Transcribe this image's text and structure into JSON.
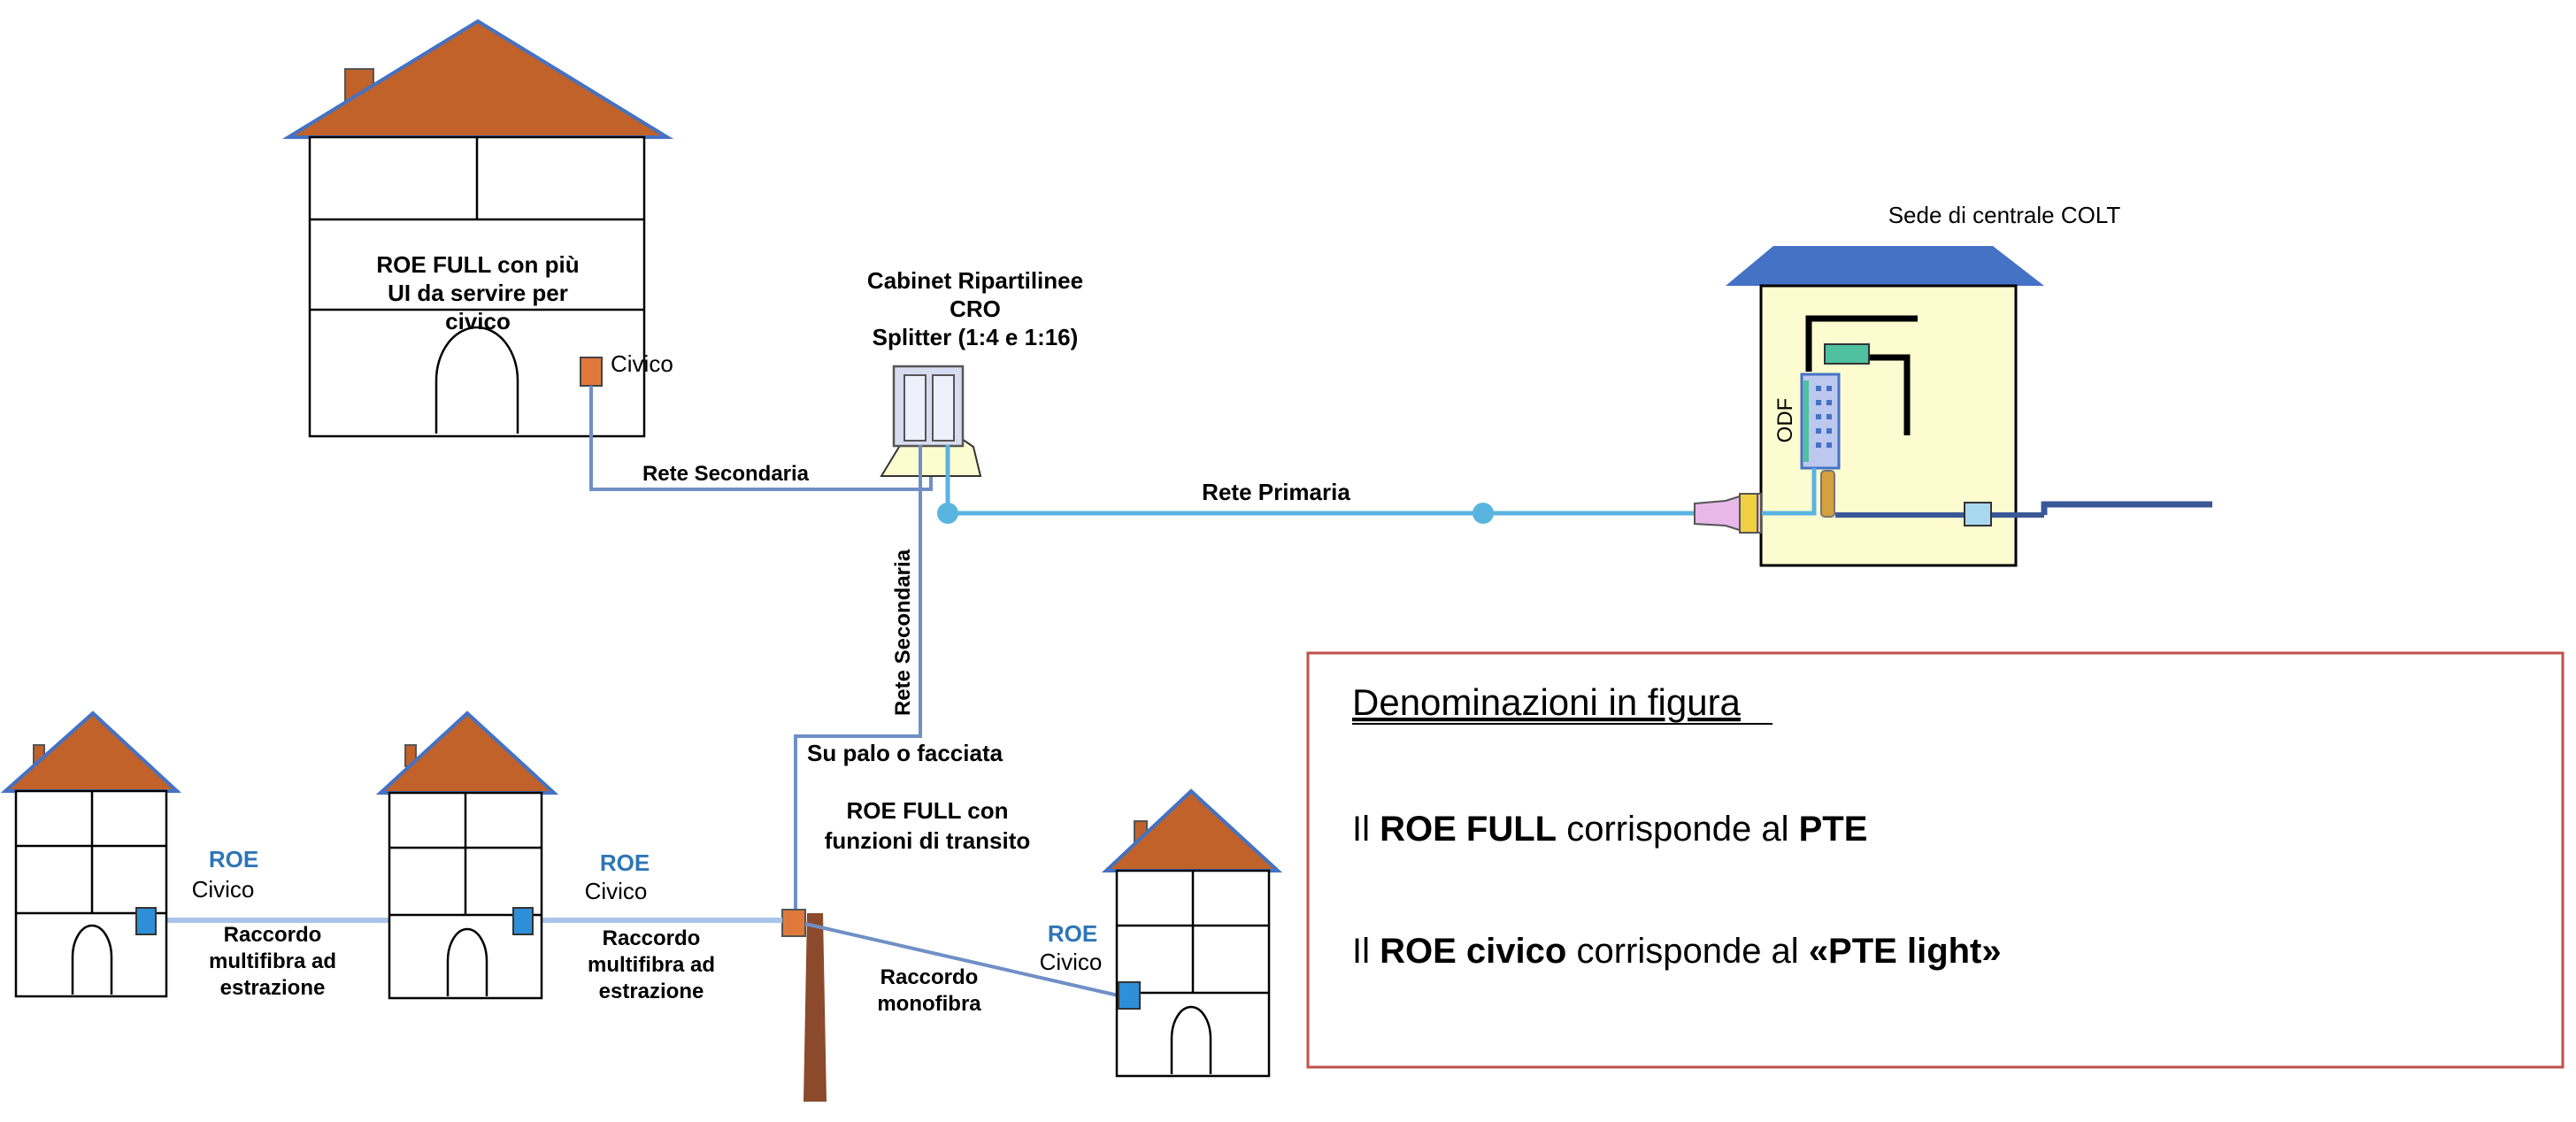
{
  "central": {
    "title": "Sede di centrale COLT",
    "odf_label": "ODF"
  },
  "cabinet": {
    "line1": "Cabinet Ripartilinee",
    "line2": "CRO",
    "line3": "Splitter (1:4 e 1:16)"
  },
  "top_house": {
    "roe_line1": "ROE FULL con più",
    "roe_line2": "UI da servire per",
    "roe_line3": "civico",
    "civico": "Civico"
  },
  "networks": {
    "primary": "Rete Primaria",
    "secondary_h": "Rete Secondaria",
    "secondary_v": "Rete Secondaria"
  },
  "pole": {
    "line1": "Su palo o facciata",
    "line2": "ROE FULL con",
    "line3": "funzioni di transito"
  },
  "houses": [
    {
      "roe": "ROE",
      "civico": "Civico"
    },
    {
      "roe": "ROE",
      "civico": "Civico"
    },
    {
      "roe": "ROE",
      "civico": "Civico"
    }
  ],
  "links": {
    "multi1": [
      "Raccordo",
      "multifibra ad",
      "estrazione"
    ],
    "multi2": [
      "Raccordo",
      "multifibra ad",
      "estrazione"
    ],
    "mono": [
      "Raccordo",
      "monofibra"
    ]
  },
  "legend": {
    "heading": "Denominazioni in figura",
    "l1": {
      "p1": "Il ",
      "b1": "ROE FULL",
      "p2": " corrisponde al ",
      "b2": "PTE"
    },
    "l2": {
      "p1": "Il ",
      "b1": "ROE civico",
      "p2": " corrisponde al ",
      "b2": "«PTE light»"
    }
  },
  "colors": {
    "roof": "#c0622a",
    "roof_blue": "#4472c4",
    "primary_line": "#5ab4e0",
    "secondary_line": "#6f8fc6",
    "dark_line": "#3a5898",
    "central_fill": "#fdfcd0",
    "roe_orange": "#e07a3c",
    "roe_blue": "#2e8fd8",
    "pole": "#8b4a2b",
    "legend_border": "#c0504d"
  }
}
